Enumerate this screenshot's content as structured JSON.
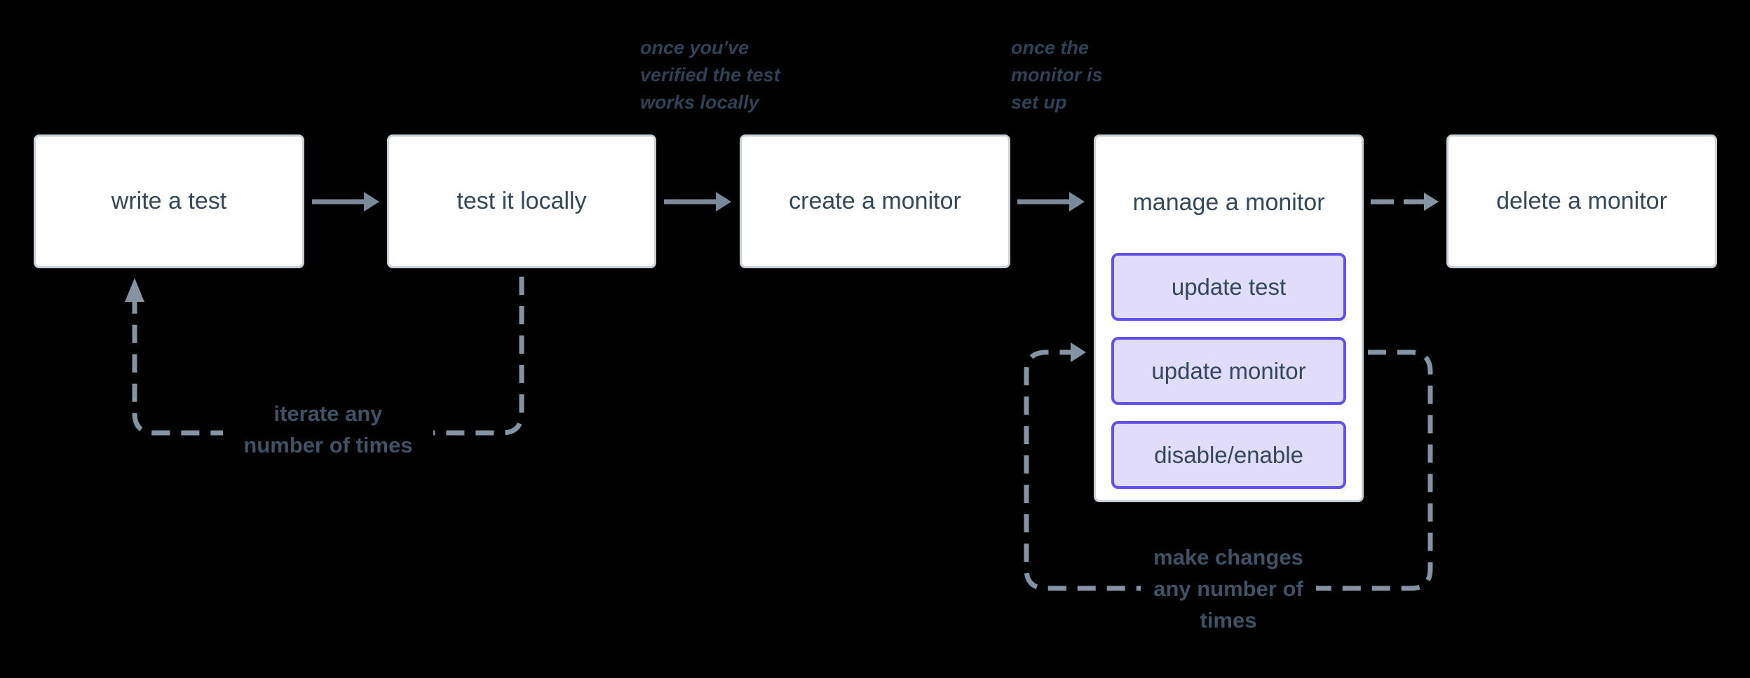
{
  "diagram": {
    "boxes": {
      "write_test": "write a test",
      "test_locally": "test it locally",
      "create_monitor": "create a monitor",
      "manage_monitor": "manage a monitor",
      "delete_monitor": "delete a monitor"
    },
    "manage_buttons": {
      "update_test": "update test",
      "update_monitor": "update monitor",
      "disable_enable": "disable/enable"
    },
    "annotations": {
      "verified": {
        "line1": "once you've",
        "line2": "verified the test",
        "line3": "works locally"
      },
      "setup": {
        "line1": "once the",
        "line2": "monitor is",
        "line3": "set up"
      }
    },
    "loop_labels": {
      "iterate": {
        "line1": "iterate any",
        "line2": "number of times"
      },
      "make_changes": {
        "line1": "make changes",
        "line2": "any number of",
        "line3": "times"
      }
    },
    "colors": {
      "background": "#000000",
      "box_fill": "#ffffff",
      "box_border": "#c7d1da",
      "box_text": "#33475b",
      "solid_arrow": "#7b8a9b",
      "dashed_line": "#8593a2",
      "annotation_text": "#2e4156",
      "loop_label_text": "#3e5165",
      "sub_button_fill": "#e1dcfa",
      "sub_button_border": "#6152e9"
    }
  }
}
